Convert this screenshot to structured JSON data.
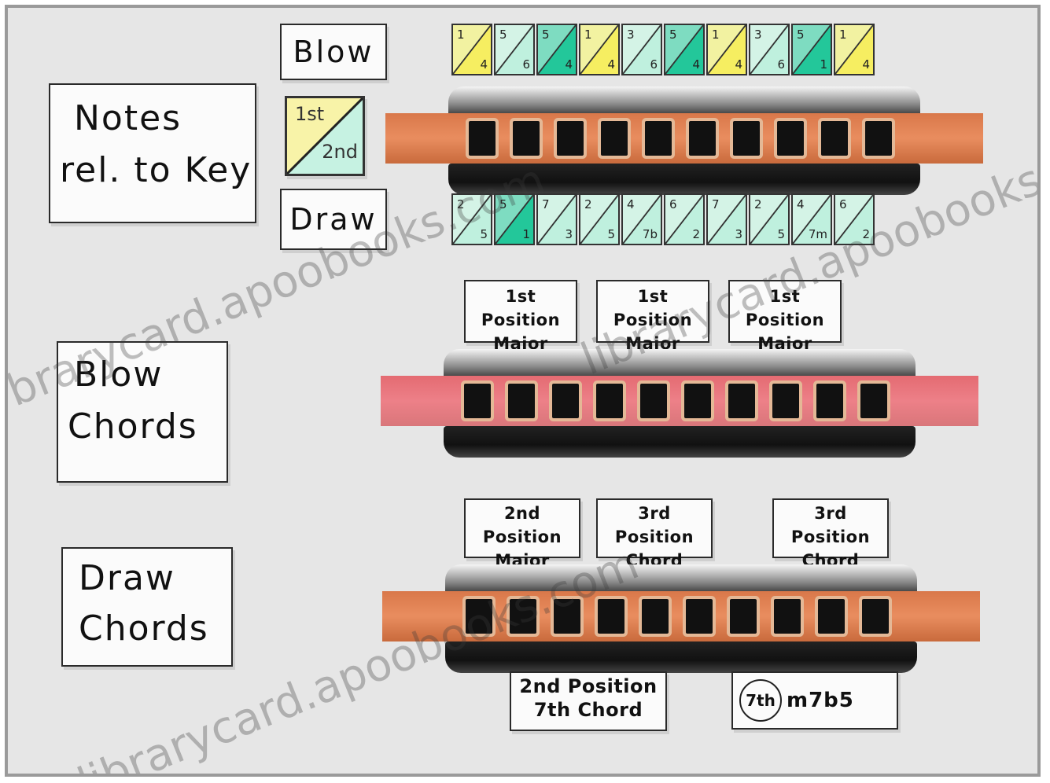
{
  "labels": {
    "notes_line1": "Notes",
    "notes_line2": "rel. to Key",
    "blow_chords_line1": "Blow",
    "blow_chords_line2": "Chords",
    "draw_chords_line1": "Draw",
    "draw_chords_line2": "Chords",
    "blow": "Blow",
    "draw": "Draw",
    "legend_first": "1st",
    "legend_second": "2nd"
  },
  "blow_cells": [
    {
      "a": "1",
      "b": "4",
      "color": "#f6ee61"
    },
    {
      "a": "5",
      "b": "6",
      "color": "#bff0de"
    },
    {
      "a": "5",
      "b": "4",
      "color": "#23c79a"
    },
    {
      "a": "1",
      "b": "4",
      "color": "#f6ee61"
    },
    {
      "a": "3",
      "b": "6",
      "color": "#bff0de"
    },
    {
      "a": "5",
      "b": "4",
      "color": "#23c79a"
    },
    {
      "a": "1",
      "b": "4",
      "color": "#f6ee61"
    },
    {
      "a": "3",
      "b": "6",
      "color": "#bff0de"
    },
    {
      "a": "5",
      "b": "1",
      "color": "#23c79a"
    },
    {
      "a": "1",
      "b": "4",
      "color": "#f6ee61"
    }
  ],
  "draw_cells": [
    {
      "a": "2",
      "b": "5",
      "color": "#bff0de"
    },
    {
      "a": "5",
      "b": "1",
      "color": "#23c79a"
    },
    {
      "a": "7",
      "b": "3",
      "color": "#bff0de"
    },
    {
      "a": "2",
      "b": "5",
      "color": "#bff0de"
    },
    {
      "a": "4",
      "b": "7b",
      "color": "#bff0de"
    },
    {
      "a": "6",
      "b": "2",
      "color": "#bff0de"
    },
    {
      "a": "7",
      "b": "3",
      "color": "#bff0de"
    },
    {
      "a": "2",
      "b": "5",
      "color": "#bff0de"
    },
    {
      "a": "4",
      "b": "7m",
      "color": "#bff0de"
    },
    {
      "a": "6",
      "b": "2",
      "color": "#bff0de"
    }
  ],
  "chord_boxes_blow": [
    {
      "l1": "1st Position",
      "l2": "Major Chord"
    },
    {
      "l1": "1st Position",
      "l2": "Major Chord"
    },
    {
      "l1": "1st Position",
      "l2": "Major Chord"
    }
  ],
  "chord_boxes_draw": [
    {
      "l1": "2nd Position",
      "l2": "Major Chord"
    },
    {
      "l1": "3rd Position",
      "l2": "Chord"
    },
    {
      "l1": "3rd Position",
      "l2": "Chord"
    }
  ],
  "bottom_boxes": {
    "second_seventh_l1": "2nd Position",
    "second_seventh_l2": "7th Chord",
    "seventh_circle": "7th",
    "m7b5": "m7b5"
  },
  "watermark": {
    "w1": "brarycard.apoobooks.com",
    "w2": "librarycard.apoobooks.co",
    "w3": "librarycard.apoobooks.com"
  },
  "colors": {
    "comb_orange": "#e98d5f",
    "comb_pink": "#ed8088",
    "yellow_note": "#f6ee61",
    "aqua_note": "#bff0de",
    "green_note": "#23c79a"
  }
}
